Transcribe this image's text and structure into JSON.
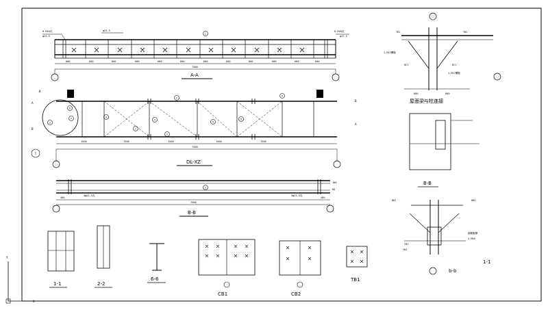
{
  "colors": {
    "ink": "#000000",
    "paper": "#ffffff"
  },
  "titles": {
    "aa": "A-A",
    "dlxz": "DL-XZ",
    "bb_section": "B-B",
    "column_connection": "屋面梁与柱连接",
    "s11": "1-1",
    "s22": "2-2",
    "s66": "6-6",
    "cb1": "CB1",
    "cb2": "CB2",
    "tb1": "TB1",
    "s_b_b": "B-B",
    "s_bb_small": "b-b",
    "s11_right": "1-1"
  },
  "labels": {
    "aa_bolt_left": "8-M18孔",
    "aa_bolt_size": "φ21.5",
    "aa_pitch": "φ21.5",
    "aa_bolt_right": "8-M18孔",
    "aa_bolt_right2": "φ17.5",
    "aa_overall": "7500",
    "dl_overall": "7500",
    "bb_overall": "7500",
    "bb_left_anno": "4φ21.5孔",
    "bb_right_anno": "4φ21.5孔",
    "dc1_left": "DC1",
    "dc1_right": "DC1",
    "tb1_left": "TB1",
    "tb1_right": "TB1",
    "rc_bolt": "1-M12螺栓",
    "rc_bolt2": "1-M12螺栓",
    "rc_dim_600a": "600",
    "rc_dim_600b": "600",
    "db1": "DB1",
    "db2": "DB2",
    "cb1_call": "CB1",
    "cb2_call": "CB2",
    "grout_note": "钢垫板厚",
    "bolt_note": "4-M20",
    "axis_y": "Y",
    "axis_x": "X"
  },
  "dims": {
    "aa_segments": [
      "600",
      "600",
      "600",
      "600",
      "600",
      "600",
      "600",
      "600",
      "600",
      "600",
      "600",
      "600"
    ],
    "dl_segments": [
      "1500",
      "1500",
      "1500",
      "1500",
      "1500"
    ],
    "bb_ends": [
      "400",
      "400"
    ],
    "bb_right": [
      "100",
      "80"
    ]
  },
  "markers": [
    "1",
    "2",
    "3",
    "4",
    "5",
    "6",
    "7",
    "8",
    "9",
    "10"
  ]
}
